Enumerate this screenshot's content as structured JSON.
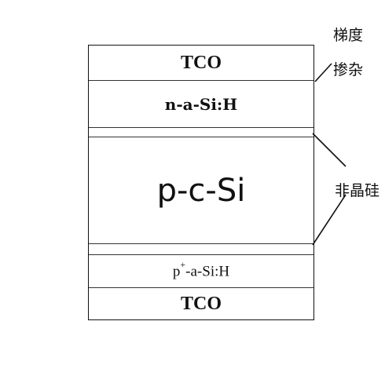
{
  "layers": {
    "tco_top": "TCO",
    "n_a_si_h": "n-a-Si:H",
    "p_c_si": "p-c-Si",
    "p_plus_prefix": "p",
    "p_plus_sup": "+",
    "p_plus_suffix": "-a-Si:H",
    "tco_bottom": "TCO"
  },
  "annotations": {
    "gradient_doping_line1": "梯度",
    "gradient_doping_line2": "掺杂",
    "amorphous_silicon": "非晶硅"
  }
}
